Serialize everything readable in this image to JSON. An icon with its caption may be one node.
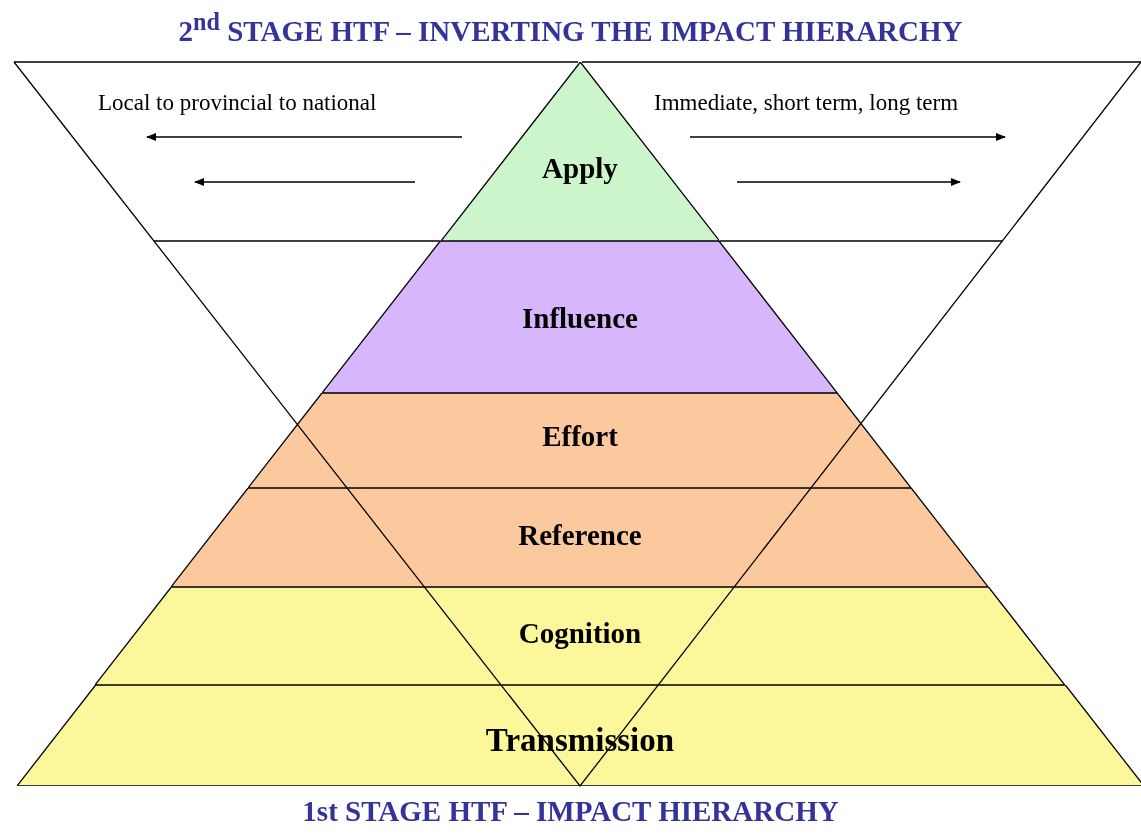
{
  "diagram": {
    "title": "2$^{nd}$ STAGE HTF – INVERTING THE IMPACT HIERARCHY",
    "caption": "1st STAGE HTF – IMPACT HIERARCHY",
    "nodes": [
      {
        "text": [
          "Apply"
        ]
      },
      {
        "text": [
          "Influence"
        ]
      },
      {
        "text": [
          "Effort"
        ]
      },
      {
        "text": [
          "Reference"
        ]
      },
      {
        "text": [
          "Cognition"
        ]
      },
      {
        "text": [
          "Transmission"
        ]
      }
    ],
    "labels": [
      "Local to provincial to national",
      "Immediate, short term, long term"
    ]
  }
}
